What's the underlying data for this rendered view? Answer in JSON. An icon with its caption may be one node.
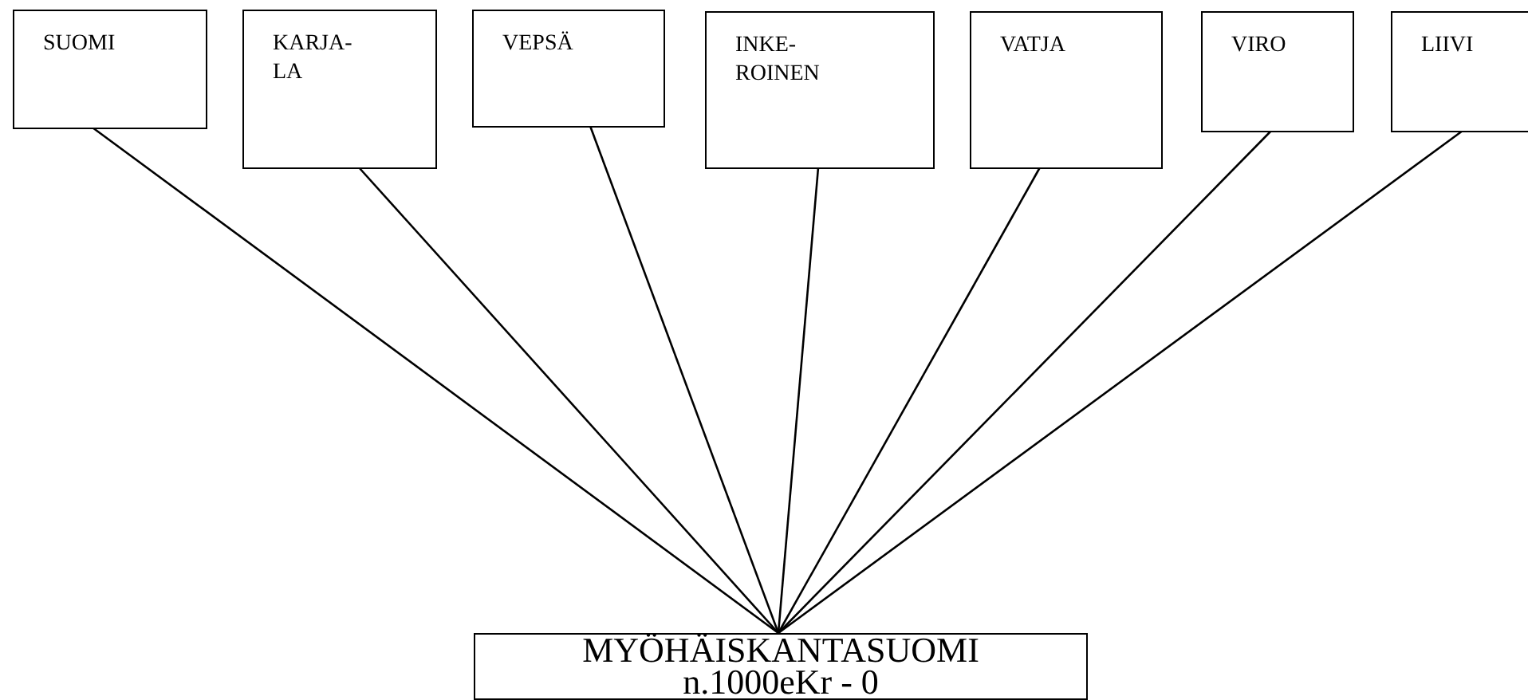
{
  "diagram": {
    "nodes": [
      {
        "text": [
          "SUOMI"
        ]
      },
      {
        "text": [
          "KARJA- LA"
        ]
      },
      {
        "text": [
          "VEPSÄ"
        ]
      },
      {
        "text": [
          "INKE- ROINEN"
        ]
      },
      {
        "text": [
          "VATJA"
        ]
      },
      {
        "text": [
          "VIRO"
        ]
      },
      {
        "text": [
          "LIIVI"
        ]
      },
      {
        "text": [
          "MYÖHÄISKANTASUOMI",
          "n.1000eKr - 0"
        ]
      }
    ],
    "edges": [
      {
        "from": 0,
        "to": 7,
        "arrow": "none"
      },
      {
        "from": 1,
        "to": 7,
        "arrow": "none"
      },
      {
        "from": 2,
        "to": 7,
        "arrow": "none"
      },
      {
        "from": 3,
        "to": 7,
        "arrow": "none"
      },
      {
        "from": 4,
        "to": 7,
        "arrow": "none"
      },
      {
        "from": 5,
        "to": 7,
        "arrow": "none"
      },
      {
        "from": 6,
        "to": 7,
        "arrow": "none"
      }
    ]
  }
}
